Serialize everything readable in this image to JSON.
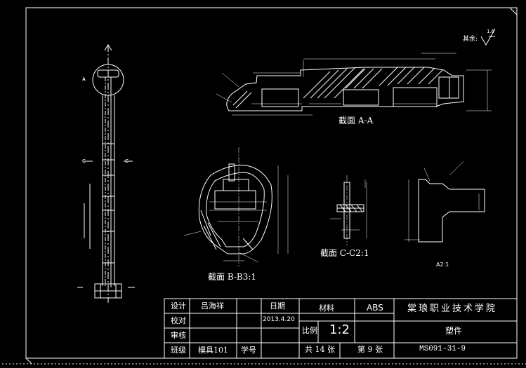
{
  "colors": {
    "background": "#000000",
    "lines": "#ffffff",
    "dimensions": "#ffffff"
  },
  "drawing": {
    "roughness_label": "其余:",
    "roughness_value": "1.6",
    "views": {
      "section_aa": "截面 A-A",
      "section_bb": "截面 B-B3:1",
      "section_cc": "截面 C-C2:1",
      "detail": "A2:1",
      "main_cut_marks": [
        "A",
        "C",
        "C"
      ]
    }
  },
  "title_block": {
    "design_label": "设计",
    "designer": "吕海祥",
    "date_label": "日期",
    "date": "2013.4.20",
    "check_label": "校对",
    "review_label": "审核",
    "class_label": "班级",
    "class_value": "模具101",
    "student_no_label": "学号",
    "material_label": "材料",
    "material": "ABS",
    "scale_label": "比例",
    "scale": "1:2",
    "school": "棠琅职业技术学院",
    "part_name": "塑件",
    "sheet_total": "共 14 张",
    "sheet_no": "第 9 张",
    "drawing_no": "MS091-31-9"
  }
}
